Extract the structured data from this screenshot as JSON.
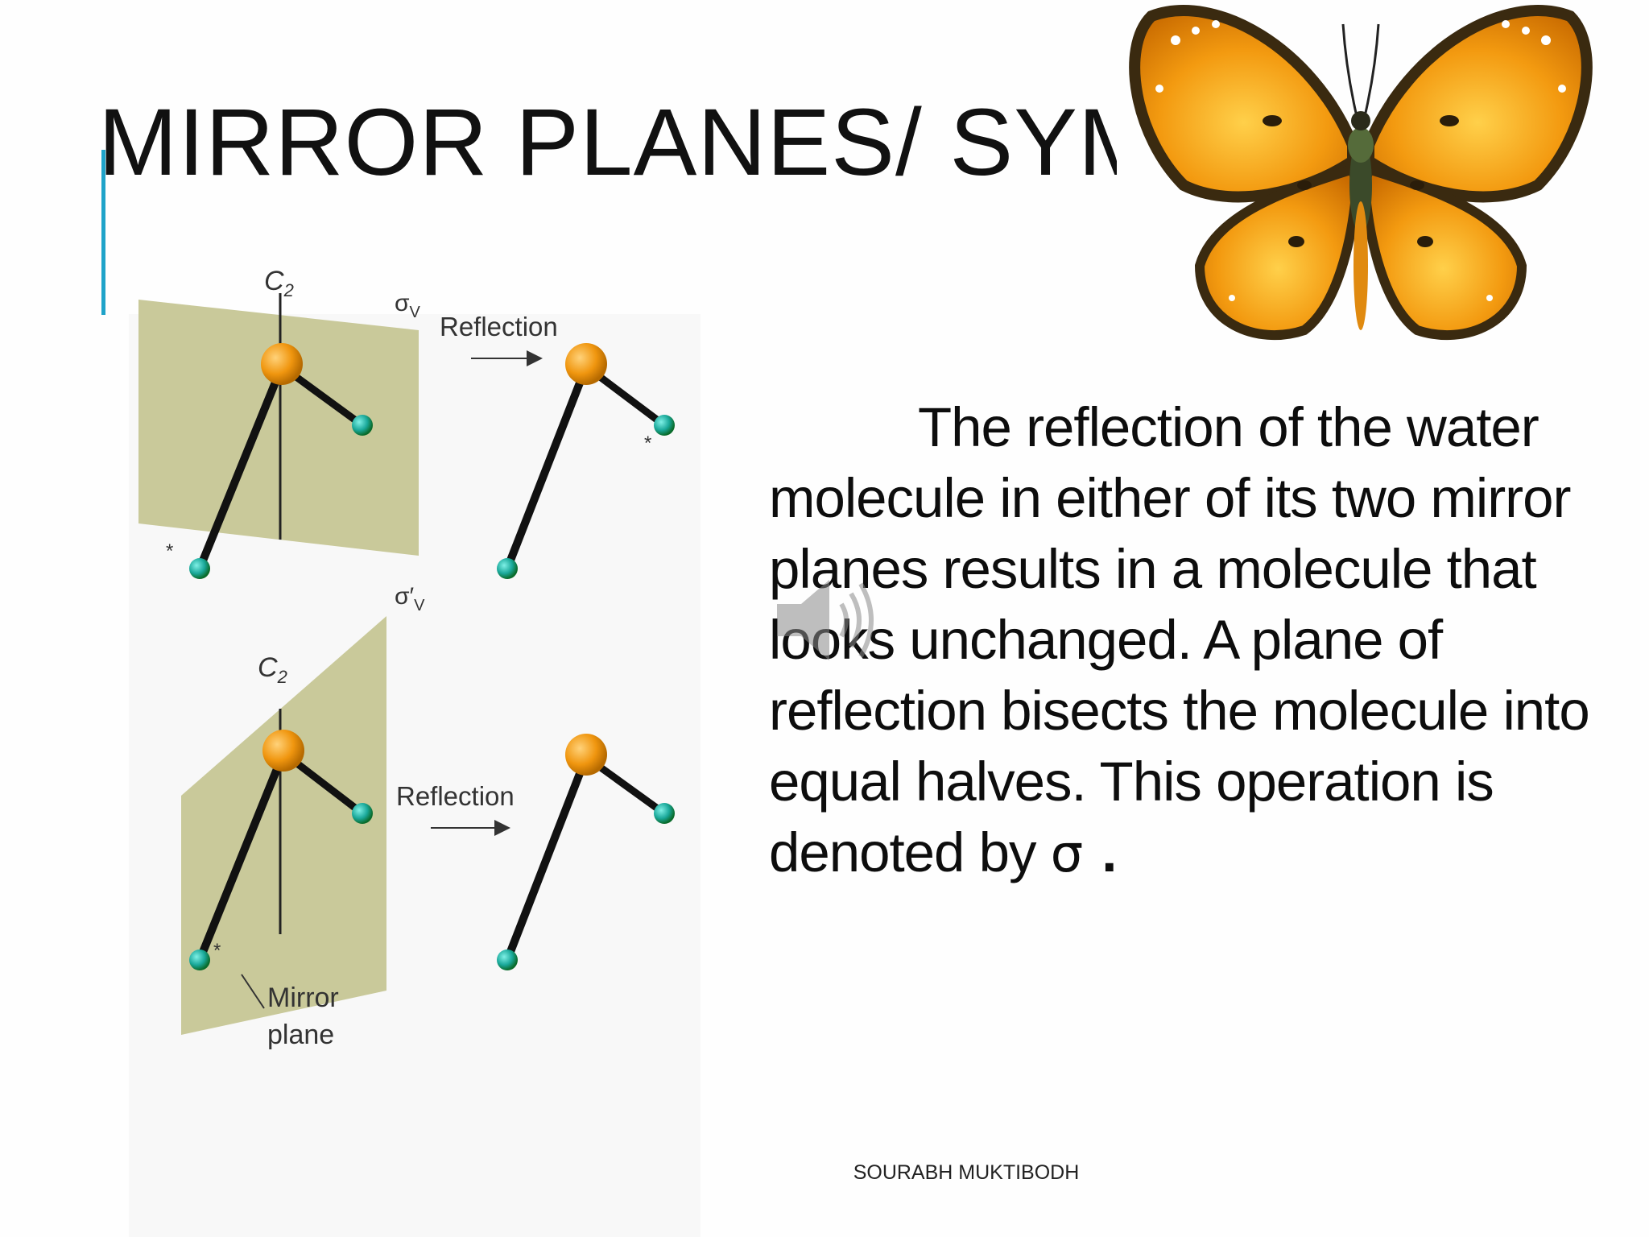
{
  "slide": {
    "title": "MIRROR PLANES/ SYMMETRY PLANES",
    "body_text": "The reflection of the water molecule in either of its two mirror planes results in a molecule that looks unchanged.  A plane of reflection bisects the molecule into equal halves. This operation is denoted by",
    "sigma_symbol": "σ",
    "period": ".",
    "footer": "SOURABH MUKTIBODH",
    "accent_color": "#1fa3c9"
  },
  "figure": {
    "c2_label": "C",
    "c2_subscript": "2",
    "sigma_v_label": "σ",
    "sigma_v_subscript": "V",
    "sigma_v_prime_label": "σ′",
    "reflection_label": "Reflection",
    "asterisk": "*",
    "mirror_label_line1": "Mirror",
    "mirror_label_line2": "plane",
    "plane_color": "#c9c99a",
    "oxygen_color": "#f0960f",
    "hydrogen_color": "#1aa89a"
  },
  "icons": {
    "speaker": "speaker-icon",
    "butterfly": "butterfly-image"
  }
}
